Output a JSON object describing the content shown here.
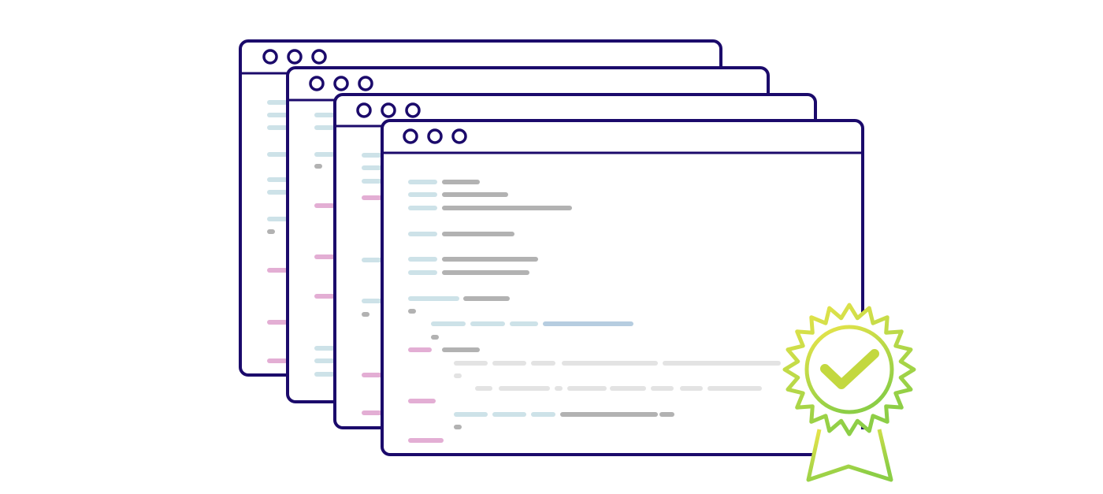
{
  "illustration": {
    "windows": 4,
    "window_controls_per_window": 3,
    "badge": {
      "icon": "award-ribbon-icon",
      "mark": "checkmark-icon",
      "state": "verified"
    }
  },
  "palette": {
    "outline": "#1b0a6b",
    "background": "#ffffff",
    "code_blue": "#cde2e8",
    "code_gray": "#b2b2b2",
    "code_pink": "#e3aed4",
    "code_highlight": "#b6cde0",
    "code_faint": "#e3e3e3",
    "badge_yellow": "#ece54a",
    "badge_green": "#8cce46"
  }
}
